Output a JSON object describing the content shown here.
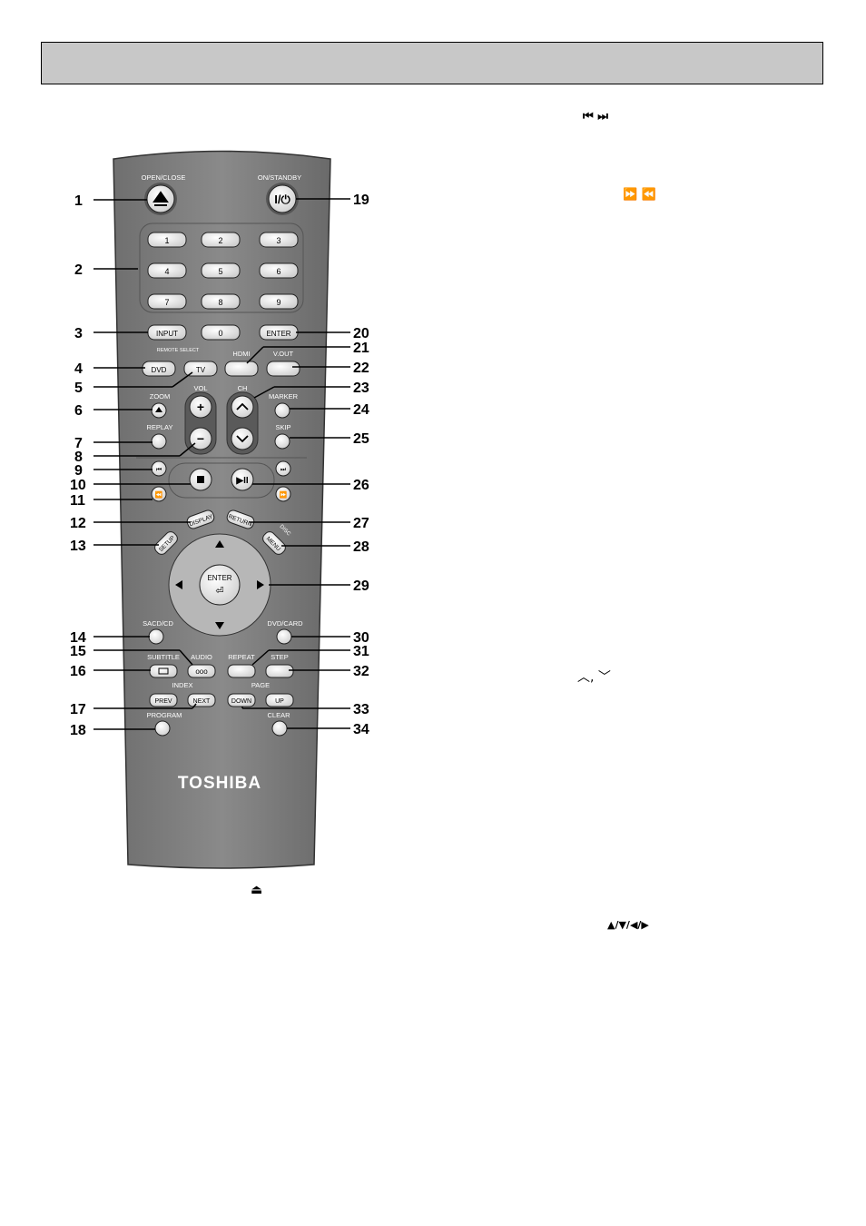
{
  "header": {
    "title": ""
  },
  "right_refs": {
    "skip_symbols": "⏮ ⏭",
    "search_symbols": "⏩ ⏪",
    "ch_symbols": "︿, ﹀",
    "arrow_symbols": "▲/▼/◀/▶"
  },
  "bottom_ref": {
    "eject_symbol": "⏏"
  },
  "remote": {
    "brand": "TOSHIBA",
    "labels": {
      "open_close": "OPEN/CLOSE",
      "on_standby": "ON/STANDBY",
      "power_symbol": "I/⏻",
      "remote_select": "REMOTE SELECT",
      "vol": "VOL",
      "ch": "CH",
      "zoom": "ZOOM",
      "marker": "MARKER",
      "replay": "REPLAY",
      "skip": "SKIP",
      "sacd_cd": "SACD/CD",
      "dvd_card": "DVD/CARD",
      "subtitle": "SUBTITLE",
      "audio": "AUDIO",
      "repeat": "REPEAT",
      "step": "STEP",
      "index": "INDEX",
      "page": "PAGE",
      "program": "PROGRAM",
      "clear": "CLEAR",
      "hdmi": "HDMI",
      "v_out": "V.OUT",
      "disc_label": "DISC"
    },
    "buttons": {
      "digits": [
        "1",
        "2",
        "3",
        "4",
        "5",
        "6",
        "7",
        "8",
        "9",
        "0"
      ],
      "input": "INPUT",
      "enter": "ENTER",
      "dvd": "DVD",
      "tv": "TV",
      "display": "DISPLAY",
      "return": "RETURN",
      "setup": "SETUP",
      "menu": "MENU",
      "nav_enter": "ENTER",
      "prev": "PREV",
      "next": "NEXT",
      "down": "DOWN",
      "up": "UP"
    },
    "callouts_left": [
      "1",
      "2",
      "3",
      "4",
      "5",
      "6",
      "7",
      "8",
      "9",
      "10",
      "11",
      "12",
      "13",
      "14",
      "15",
      "16",
      "17",
      "18"
    ],
    "callouts_right": [
      "19",
      "20",
      "21",
      "22",
      "23",
      "24",
      "25",
      "26",
      "27",
      "28",
      "29",
      "30",
      "31",
      "32",
      "33",
      "34"
    ]
  }
}
